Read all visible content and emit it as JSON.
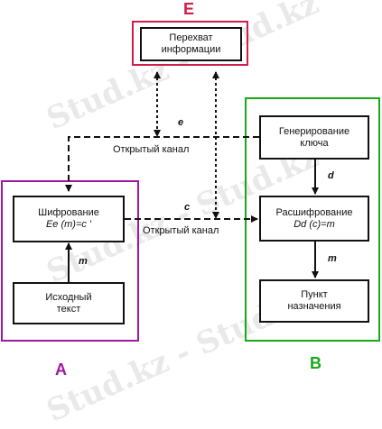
{
  "labels": {
    "e_party": "E",
    "a_party": "A",
    "b_party": "B"
  },
  "boxes": {
    "intercept_line1": "Перехват",
    "intercept_line2": "информации",
    "keygen_line1": "Генерирование",
    "keygen_line2": "ключа",
    "decrypt_line1": "Расшифрование",
    "decrypt_formula": "Dd (c)=m",
    "dest_line1": "Пункт",
    "dest_line2": "назначения",
    "encrypt_line1": "Шифрование",
    "encrypt_formula": "Ee (m)=c '",
    "source_line1": "Исходный",
    "source_line2": "текст"
  },
  "channels": {
    "open_channel_upper": "Открытый канал",
    "open_channel_lower": "Открытый канал"
  },
  "arrow_labels": {
    "e": "e",
    "c": "c",
    "d": "d",
    "m_a": "m",
    "m_b": "m"
  },
  "watermark": "Stud.kz - Stud.kz",
  "colors": {
    "e_color": "#d01e4a",
    "a_color": "#a0179f",
    "b_color": "#18a818",
    "line": "#111111"
  }
}
